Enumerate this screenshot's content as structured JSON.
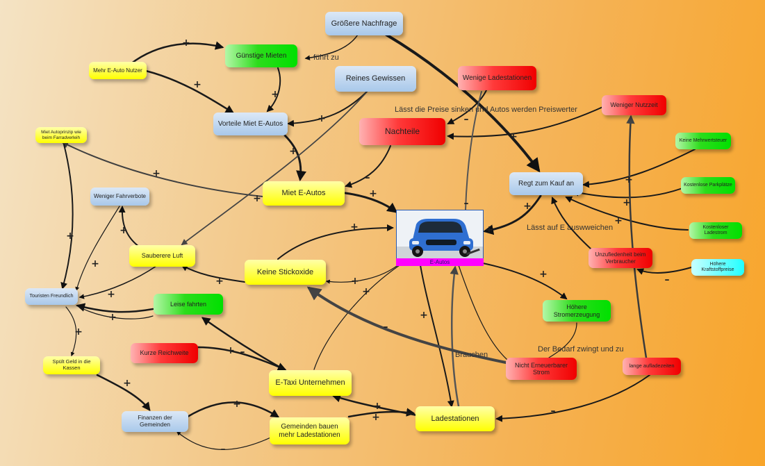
{
  "nodes": {
    "groessere_nachfrage": "Größere Nachfrage",
    "guenstige_mieten": "Günstige Mieten",
    "mehr_e_auto_nutzer": "Mehr E-Auto Nutzer",
    "reines_gewissen": "Reines Gewissen",
    "wenige_ladestationen": "Wenige Ladestationen",
    "weniger_nutzzeit": "Weniger Nutzzeit",
    "vorteile_miet_e_autos": "Vorteile Miet E-Autos",
    "nachteile": "Nachteile",
    "miet_autoprinzip": "Miet Autoprinzip wie beim Farradverleih",
    "keine_mehrwertsteuer": "Keine Mehrwertsteuer",
    "regt_zum_kauf_an": "Regt zum Kauf an",
    "kostenlose_parkplaetze": "Kostenlose Parkplätze",
    "weniger_fahrverbote": "Weniger Fahrverbote",
    "miet_e_autos": "Miet E-Autos",
    "kostenloser_ladestrom": "Kostenloser Ladestrom",
    "e_autos": "E-Autos",
    "unzufriedenheit": "Unzufiedenheit beim Verbraucher",
    "hoehere_kraftstoffpreise": "Höhere Kraftstoffpreise",
    "sauberere_luft": "Sauberere Luft",
    "keine_stickoxide": "Keine Stickoxide",
    "touristen_freundlich": "Touristen Freundlich",
    "leise_fahrten": "Leise fahrten",
    "hoehere_stromerzeugung": "Höhere Stromerzeugung",
    "kurze_reichweite": "Kurze Reichweite",
    "nicht_erneuerbarer_strom": "Nicht Erneuerbarer Strom",
    "lange_aufladezeiten": "lange aufladezeiten",
    "spuelt_geld": "Spült Geld in die Kassen",
    "e_taxi": "E-Taxi Unternehmen",
    "finanzen": "Finanzen der Gemeinden",
    "gemeinden_bauen": "Gemeinden bauen mehr Ladestationen",
    "ladestationen": "Ladestationen"
  },
  "edge_labels": {
    "fuehrt_zu": "führt zu",
    "laesst_preise": "Lässt die Preise sinken und Autos werden Preiswerter",
    "laesst_auf_e": "Lässt auf E auswweichen",
    "bedarf": "Der Bedarf zwingt und zu",
    "brauchen": "Brauchen"
  },
  "signs": {
    "plus": "+",
    "minus": "–"
  },
  "colors": {
    "yellow": "#ffff00",
    "green": "#00e000",
    "red": "#f00000",
    "blue": "#a8c8ea",
    "cyan": "#22ffff",
    "car_label_bar": "#ff00ff",
    "car_body": "#2f6fd1"
  }
}
